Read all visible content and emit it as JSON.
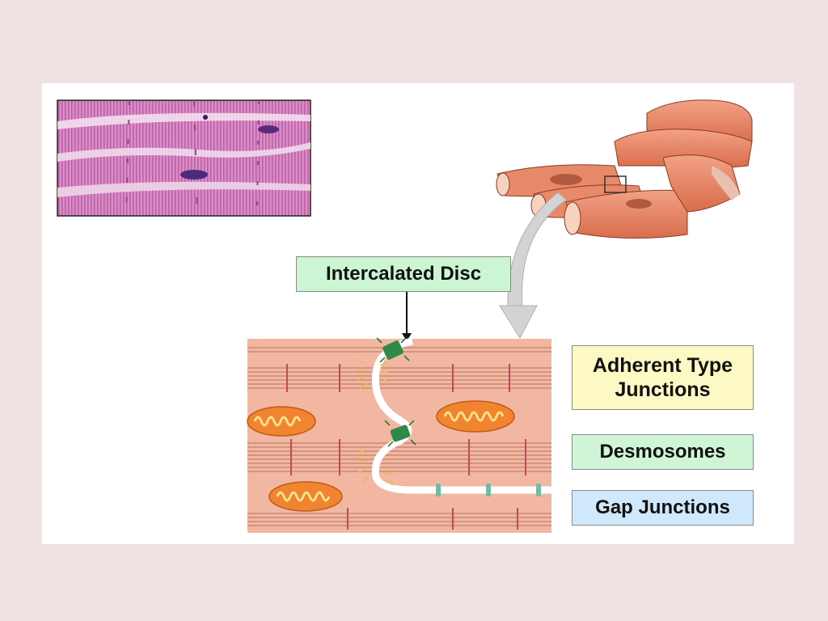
{
  "labels": {
    "intercalated_disc": "Intercalated Disc",
    "adherent_type_junctions": "Adherent Type Junctions",
    "desmosomes": "Desmosomes",
    "gap_junctions": "Gap Junctions"
  },
  "colors": {
    "page_background": "#f0e2e2",
    "slide_background": "#ffffff",
    "intercalated_box": "#ccf5d4",
    "adherent_box": "#fdf9c4",
    "desmosome_box": "#cff5d6",
    "gap_box": "#cfe8fb",
    "cell_tissue": "#f2b7a0",
    "muscle_fiber": "#e88a6a",
    "micrograph": "#d98fc6",
    "mitochondria": "#f08a3a"
  }
}
